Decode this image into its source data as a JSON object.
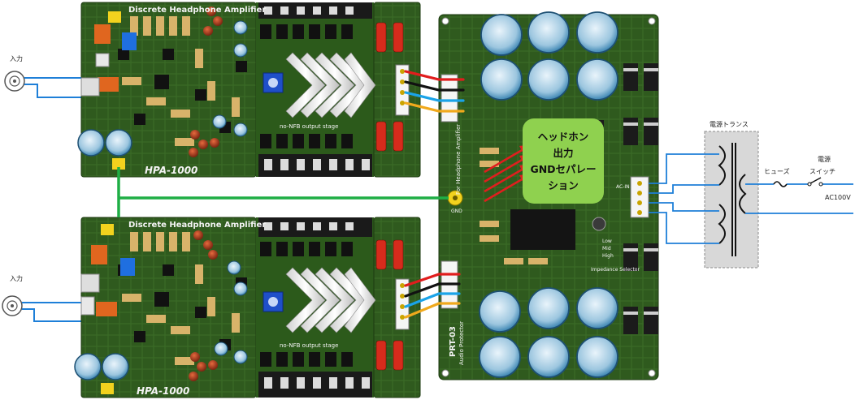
{
  "labels": {
    "input_top": "入力",
    "input_bottom": "入力",
    "transformer": "電源トランス",
    "fuse": "ヒューズ",
    "switch_line1": "電源",
    "switch_line2": "スイッチ",
    "ac": "AC100V"
  },
  "callout": {
    "lines": [
      "ヘッドホン",
      "出力",
      "GNDセパレー",
      "ション"
    ]
  },
  "boards": {
    "amp_title": "Discrete Headphone Amplifier",
    "amp_model": "HPA-1000",
    "output_stage": "no-NFB output stage",
    "protector_model": "PRT-03",
    "protector_name": "Audio Protector",
    "protector_sub": "For Headphone Amplifier",
    "impedance_label": "Impedance Selector",
    "impedance_low": "Low",
    "impedance_mid": "Mid",
    "impedance_high": "High",
    "gnd": "GND",
    "ac_in": "AC-IN"
  },
  "colors": {
    "pcb": "#2f5a1e",
    "pcb_dark": "#1f3f14",
    "wire_red": "#e11d1d",
    "wire_black": "#111111",
    "wire_blue": "#1aa3e8",
    "wire_orange": "#f0a91c",
    "gnd_wire": "#1fae45",
    "callout": "#8fd14f",
    "signal_line": "#1e7fd8"
  }
}
